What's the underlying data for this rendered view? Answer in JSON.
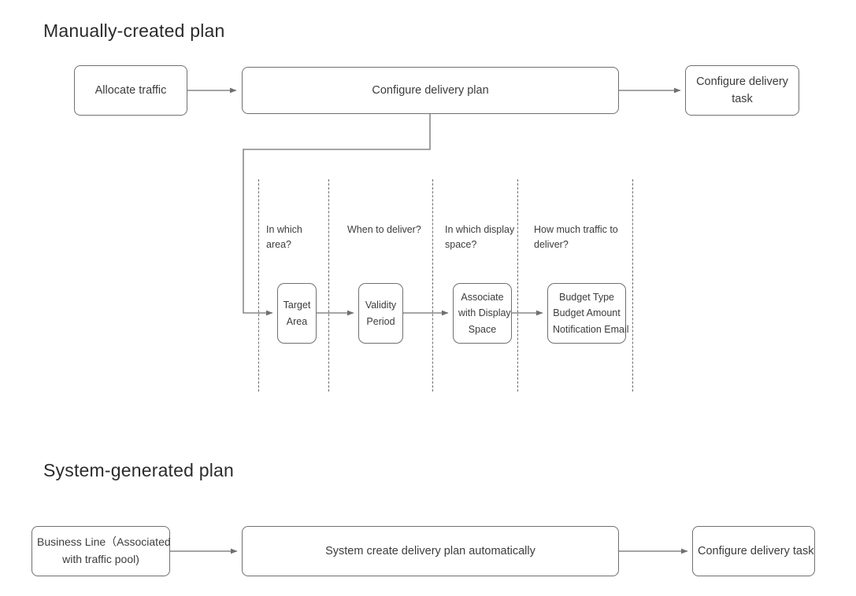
{
  "page": {
    "background": "#ffffff",
    "line_color": "#6f6f6f",
    "text_color": "#3c3c3c"
  },
  "sections": [
    {
      "id": "manual",
      "title": "Manually-created plan"
    },
    {
      "id": "system",
      "title": "System-generated plan"
    }
  ],
  "manual_flow": {
    "nodes": {
      "allocate_traffic": "Allocate traffic",
      "configure_plan": "Configure delivery plan",
      "configure_task": {
        "line1": "Configure delivery",
        "line2": "task"
      }
    },
    "questions": [
      "In which area?",
      "When to deliver?",
      "In which display space?",
      "How much traffic to deliver?"
    ],
    "detail_nodes": [
      {
        "name": "target-area",
        "lines": [
          "Target",
          "Area"
        ]
      },
      {
        "name": "validity-period",
        "lines": [
          "Validity",
          "Period"
        ]
      },
      {
        "name": "associate-display-space",
        "lines": [
          "Associate",
          "with Display",
          "Space"
        ]
      },
      {
        "name": "budget",
        "lines": [
          "Budget Type",
          "Budget Amount",
          "Notification Email"
        ]
      }
    ]
  },
  "system_flow": {
    "nodes": {
      "business_line": {
        "line1": "Business Line（Associated",
        "line2": "with traffic pool)"
      },
      "system_create": "System create delivery plan automatically",
      "configure_task": "Configure delivery task"
    }
  }
}
